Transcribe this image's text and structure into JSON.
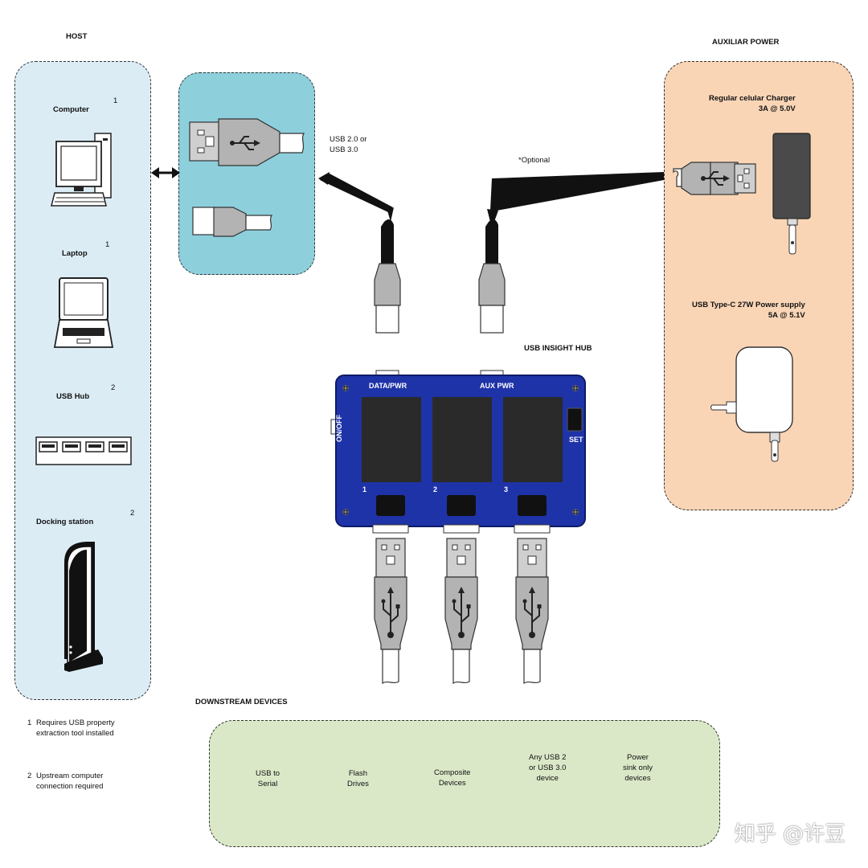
{
  "host": {
    "title": "HOST",
    "items": [
      {
        "label": "Computer",
        "note": "1"
      },
      {
        "label": "Laptop",
        "note": "1"
      },
      {
        "label": "USB Hub",
        "note": "2"
      },
      {
        "label": "Docking station",
        "note": "2"
      }
    ]
  },
  "connection": {
    "usb_version": "USB 2.0 or\nUSB 3.0",
    "optional": "*Optional"
  },
  "aux_power": {
    "title": "AUXILIAR POWER",
    "charger": "Regular celular Charger\n3A @ 5.0V",
    "typec": "USB Type-C 27W Power supply\n5A @ 5.1V"
  },
  "hub": {
    "title": "USB INSIGHT HUB",
    "data_pwr": "DATA/PWR",
    "aux_pwr": "AUX PWR",
    "on_off": "ON/OFF",
    "set": "SET",
    "ports": [
      "1",
      "2",
      "3"
    ]
  },
  "downstream": {
    "title": "DOWNSTREAM DEVICES",
    "devices": [
      "USB to\nSerial",
      "Flash\nDrives",
      "Composite\nDevices",
      "Any USB 2\nor USB 3.0\ndevice",
      "Power\nsink only\ndevices"
    ]
  },
  "notes": [
    {
      "num": "1",
      "text": "Requires USB property\nextraction tool installed"
    },
    {
      "num": "2",
      "text": "Upstream computer\nconnection required"
    }
  ],
  "watermark": "知乎 @许豆",
  "colors": {
    "host_panel": "#dcecf5",
    "cable_panel": "#8ecfdc",
    "aux_panel": "#f9d5b6",
    "downstream_panel": "#dbe8c8",
    "hub_body": "#1f33a8",
    "connector_gray": "#b3b3b3"
  }
}
